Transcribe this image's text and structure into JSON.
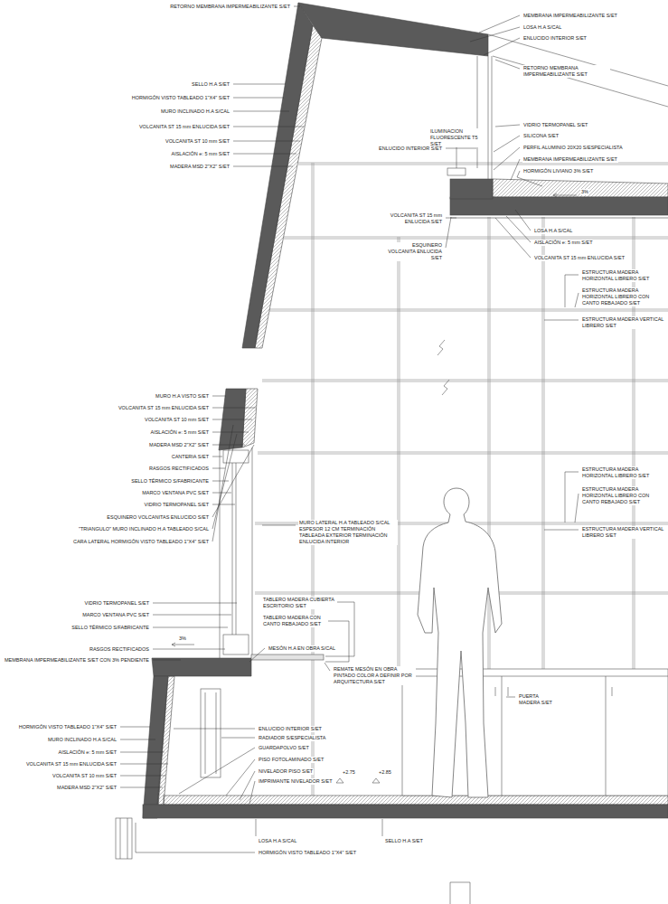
{
  "diagram": {
    "labels": [
      "RETORNO MEMBRANA IMPERMEABILIZANTE S/ET",
      "MEMBRANA IMPERMEABILIZANTE S/ET",
      "LOSA H.A S/CAL",
      "ENLUCIDO INTERIOR S/ET",
      "RETORNO MEMBRANA IMPERMEABILIZANTE S/ET",
      "SELLO H.A S/ET",
      "HORMIGÓN VISTO TABLEADO 1\"X4\" S/ET",
      "MURO INCLINADO H.A S/CAL",
      "VOLCANITA ST 15 mm ENLUCIDA S/ET",
      "VOLCANITA ST 10 mm S/ET",
      "AISLACIÓN e: 5 mm S/ET",
      "MADERA MSD 2\"X2\" S/ET",
      "ILUMINACION FLUORESCENTE T5 S/ET",
      "ENLUCIDO INTERIOR S/ET",
      "VIDRIO TERMOPANEL S/ET",
      "SILICONA S/ET",
      "PERFIL ALUMINIO 20X20 S/ESPECIALISTA",
      "MEMBRANA IMPERMEABILIZANTE S/ET",
      "HORMIGÓN LIVIANO 3% S/ET",
      "3%",
      "VOLCANITA ST 15 mm ENLUCIDA S/ET",
      "ESQUINERO VOLCANITA ENLUCIDA S/ET",
      "LOSA H.A S/CAL",
      "AISLACIÓN e: 5 mm S/ET",
      "VOLCANITA ST 15 mm ENLUCIDA S/ET",
      "ESTRUCTURA MADERA HORIZONTAL LIBRERO S/ET",
      "ESTRUCTURA MADERA HORIZONTAL LIBRERO CON CANTO REBAJADO S/ET",
      "ESTRUCTURA MADERA VERTICAL LIBRERO S/ET",
      "MURO H.A VISTO S/ET",
      "VOLCANITA ST 15 mm ENLUCIDA S/ET",
      "VOLCANITA ST 10 mm S/ET",
      "AISLACIÓN e: 5 mm S/ET",
      "MADERA MSD 2\"X2\" S/ET",
      "CANTERIA S/ET",
      "RASGOS RECTIFICADOS",
      "SELLO TÉRMICO S/FABRICANTE",
      "MARCO VENTANA PVC S/ET",
      "VIDRIO TERMOPANEL S/ET",
      "ESQUINERO VOLCANITAS ENLUCIDO S/ET",
      "\"TRIANGULO\" MURO INCLINADO H.A TABLEADO S/CAL",
      "CARA LATERAL HORMIGÓN VISTO TABLEADO 1\"X4\" S/ET",
      "ESTRUCTURA MADERA HORIZONTAL LIBRERO S/ET",
      "ESTRUCTURA MADERA HORIZONTAL LIBRERO CON CANTO REBAJADO S/ET",
      "ESTRUCTURA MADERA VERTICAL LIBRERO S/ET",
      "MURO LATERAL H.A TABLEADO S/CAL ESPESOR 12 CM TERMINACIÓN TABLEADA EXTERIOR TERMINACIÓN ENLUCIDA INTERIOR",
      "TABLERO MADERA CUBIERTA ESCRITORIO S/ET",
      "TABLERO MADERA CON CANTO REBAJADO S/ET",
      "MESÓN H.A EN OBRA S/CAL",
      "VIDRIO TERMOPANEL S/ET",
      "MARCO VENTANA PVC S/ET",
      "SELLO TÉRMICO S/FABRICANTE",
      "RASGOS RECTIFICADOS",
      "3%",
      "MEMBRANA IMPERMEABILIZANTE S/ET CON 3% PENDIENTE",
      "REMATE MESÓN EN OBRA PINTADO COLOR A DEFINIR POR ARQUITECTURA S/ET",
      "PUERTA MADERA S/ET",
      "HORMIGÓN VISTO TABLEADO 1\"X4\" S/ET",
      "MURO INCLINADO H.A S/CAL",
      "AISLACIÓN e: 5 mm S/ET",
      "VOLCANITA ST 15 mm ENLUCIDA S/ET",
      "VOLCANITA ST 10 mm S/ET",
      "MADERA MSD 2\"X2\" S/ET",
      "ENLUCIDO INTERIOR S/ET",
      "RADIADOR S/ESPECIALISTA",
      "GUARDAPOLVO S/ET",
      "PISO FOTOLAMINADO S/ET",
      "NIVELADOR PISO S/ET",
      "IMPRIMANTE NIVELADOR S/ET",
      "+2.75",
      "+2.85",
      "LOSA H.A S/CAL",
      "SELLO H.A S/ET",
      "HORMIGÓN VISTO TABLEADO 1\"X4\" S/ET"
    ]
  }
}
